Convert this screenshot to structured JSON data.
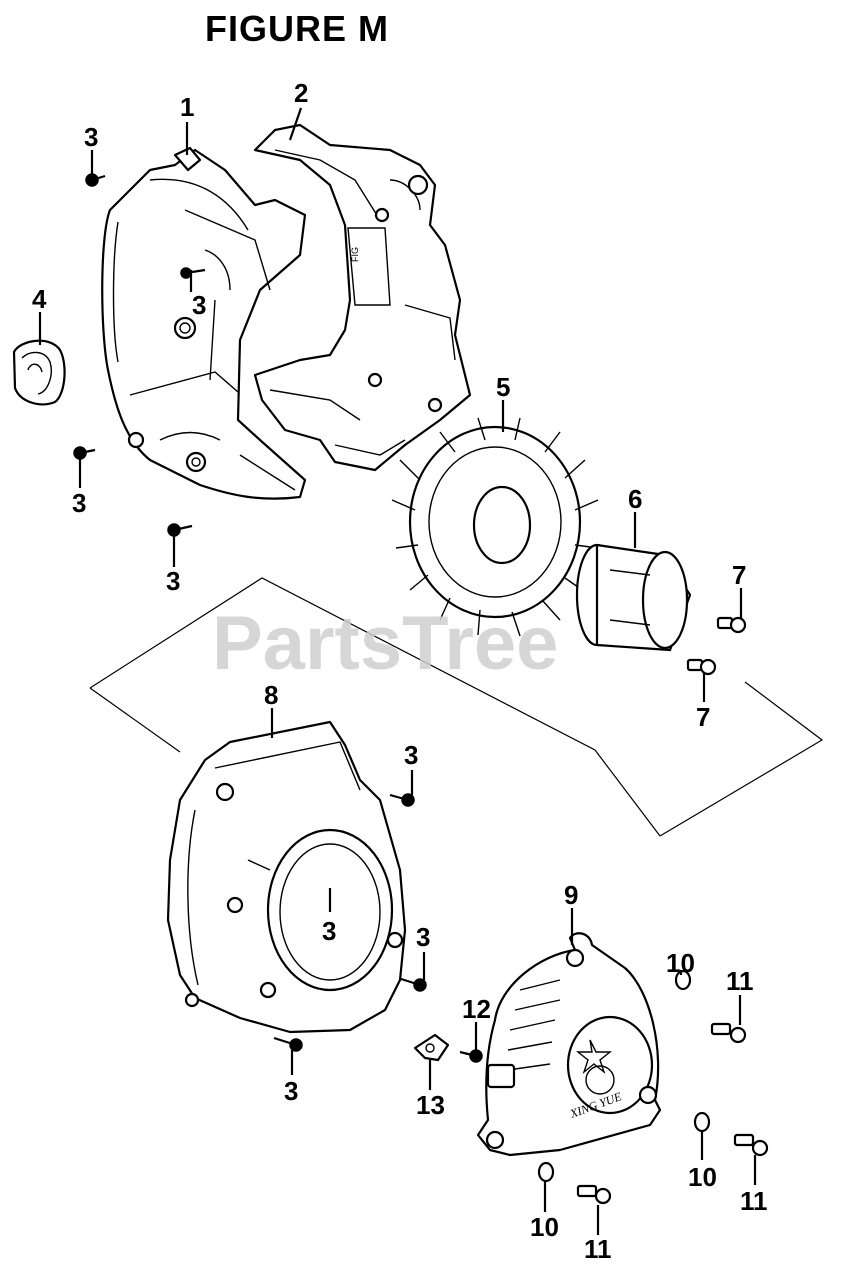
{
  "figure": {
    "title": "FIGURE M",
    "watermark": "PartsTree"
  },
  "callouts": [
    {
      "id": "c1",
      "label": "1"
    },
    {
      "id": "c2",
      "label": "2"
    },
    {
      "id": "c3a",
      "label": "3"
    },
    {
      "id": "c3b",
      "label": "3"
    },
    {
      "id": "c3c",
      "label": "3"
    },
    {
      "id": "c3d",
      "label": "3"
    },
    {
      "id": "c4",
      "label": "4"
    },
    {
      "id": "c5",
      "label": "5"
    },
    {
      "id": "c6",
      "label": "6"
    },
    {
      "id": "c7a",
      "label": "7"
    },
    {
      "id": "c7b",
      "label": "7"
    },
    {
      "id": "c8",
      "label": "8"
    },
    {
      "id": "c3e",
      "label": "3"
    },
    {
      "id": "c3f",
      "label": "3"
    },
    {
      "id": "c3g",
      "label": "3"
    },
    {
      "id": "c3h",
      "label": "3"
    },
    {
      "id": "c9",
      "label": "9"
    },
    {
      "id": "c10a",
      "label": "10"
    },
    {
      "id": "c11a",
      "label": "11"
    },
    {
      "id": "c12",
      "label": "12"
    },
    {
      "id": "c13",
      "label": "13"
    },
    {
      "id": "c10b",
      "label": "10"
    },
    {
      "id": "c11b",
      "label": "11"
    },
    {
      "id": "c10c",
      "label": "10"
    },
    {
      "id": "c11c",
      "label": "11"
    }
  ],
  "starter_cover_text": "XING YUE"
}
